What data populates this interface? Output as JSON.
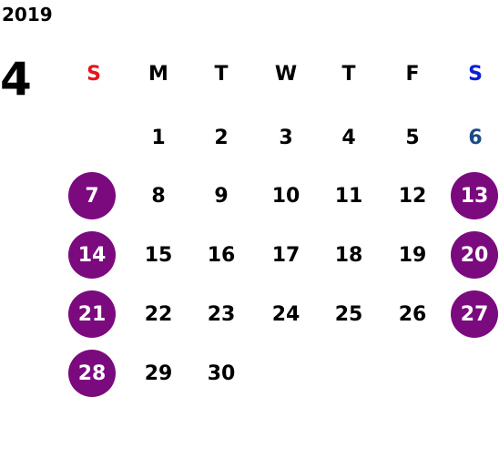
{
  "calendar": {
    "year": "2019",
    "month": "4",
    "weekdays": [
      "S",
      "M",
      "T",
      "W",
      "T",
      "F",
      "S"
    ],
    "weeks": [
      [
        "",
        "1",
        "2",
        "3",
        "4",
        "5",
        "6"
      ],
      [
        "7",
        "8",
        "9",
        "10",
        "11",
        "12",
        "13"
      ],
      [
        "14",
        "15",
        "16",
        "17",
        "18",
        "19",
        "20"
      ],
      [
        "21",
        "22",
        "23",
        "24",
        "25",
        "26",
        "27"
      ],
      [
        "28",
        "29",
        "30",
        "",
        "",
        "",
        ""
      ]
    ],
    "highlighted_days": [
      "7",
      "13",
      "14",
      "20",
      "21",
      "27",
      "28"
    ],
    "colors": {
      "sunday_header": "#e8141b",
      "saturday_header": "#0b1fd6",
      "saturday_plain": "#1a4a8a",
      "highlight_circle": "#7b0a7e",
      "highlight_text": "#ffffff"
    }
  }
}
